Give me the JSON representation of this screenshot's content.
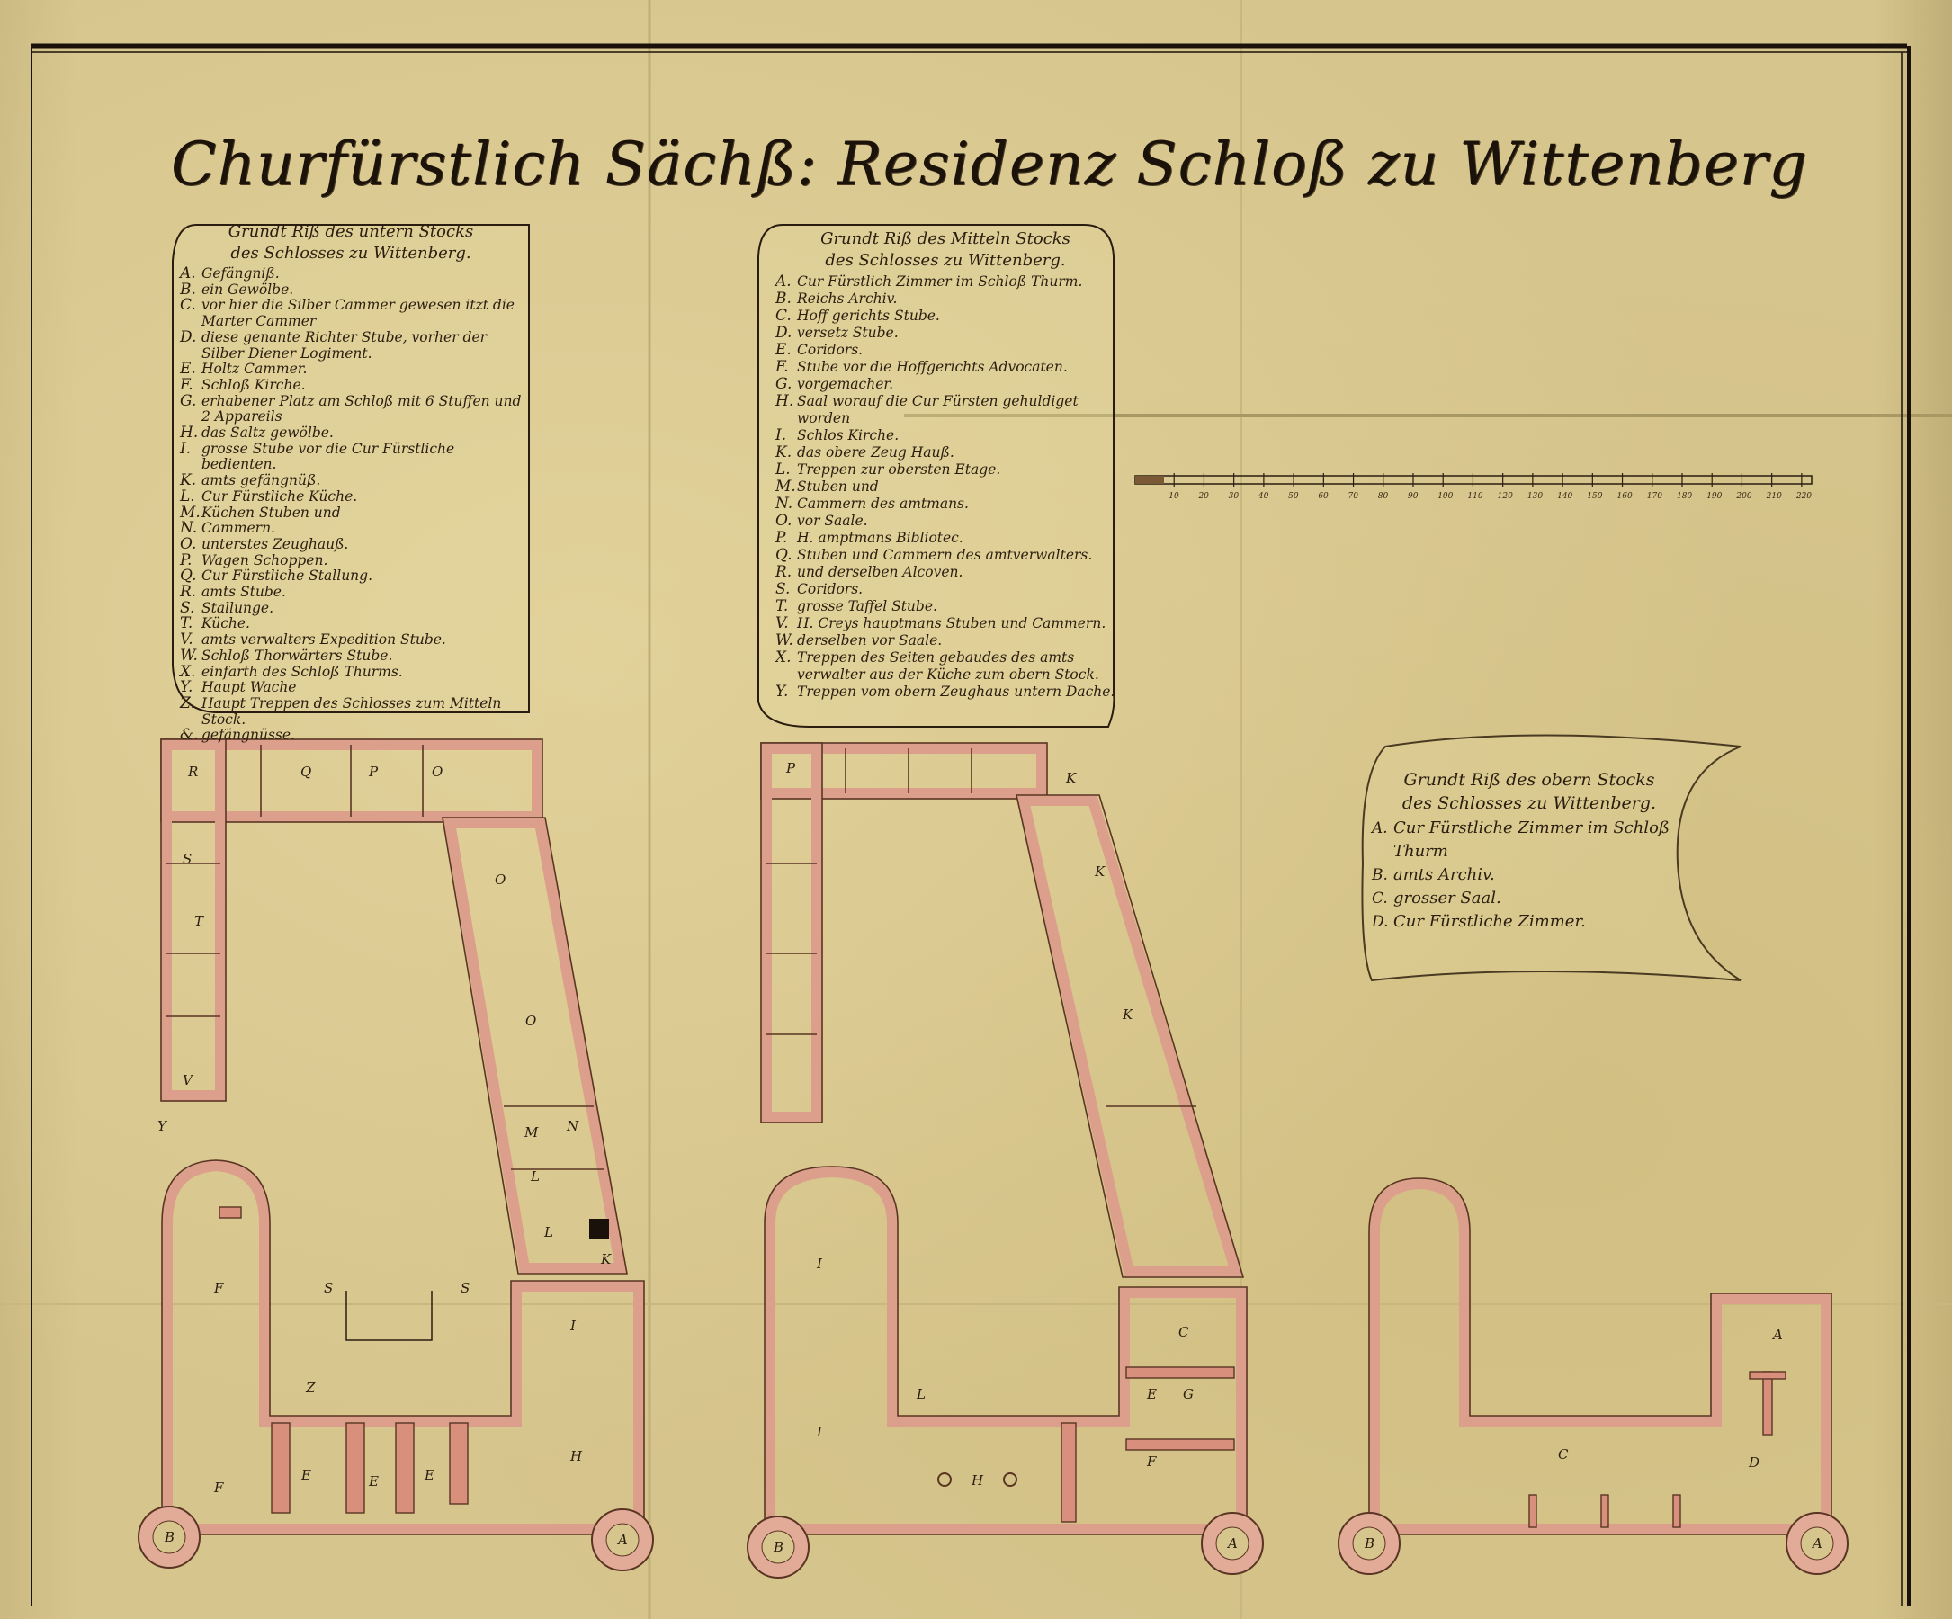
{
  "title": "Churfürstlich Sächß: Residenz Schloß zu Wittenberg",
  "legends": {
    "lower": {
      "heading1": "Grundt Riß des untern Stocks",
      "heading2": "des Schlosses zu Wittenberg.",
      "items": [
        {
          "k": "A.",
          "t": "Gefängniß."
        },
        {
          "k": "B.",
          "t": "ein Gewölbe."
        },
        {
          "k": "C.",
          "t": "vor hier die Silber Cammer gewesen itzt die Marter Cammer"
        },
        {
          "k": "D.",
          "t": "diese genante Richter Stube, vorher der Silber Diener Logiment."
        },
        {
          "k": "E.",
          "t": "Holtz Cammer."
        },
        {
          "k": "F.",
          "t": "Schloß Kirche."
        },
        {
          "k": "G.",
          "t": "erhabener Platz am Schloß mit 6 Stuffen und 2 Appareils"
        },
        {
          "k": "H.",
          "t": "das Saltz gewölbe."
        },
        {
          "k": "I.",
          "t": "grosse Stube vor die Cur Fürstliche bedienten."
        },
        {
          "k": "K.",
          "t": "amts gefängnüß."
        },
        {
          "k": "L.",
          "t": "Cur Fürstliche Küche."
        },
        {
          "k": "M.",
          "t": "Küchen Stuben und"
        },
        {
          "k": "N.",
          "t": "Cammern."
        },
        {
          "k": "O.",
          "t": "unterstes Zeughauß."
        },
        {
          "k": "P.",
          "t": "Wagen Schoppen."
        },
        {
          "k": "Q.",
          "t": "Cur Fürstliche Stallung."
        },
        {
          "k": "R.",
          "t": "amts Stube."
        },
        {
          "k": "S.",
          "t": "Stallunge."
        },
        {
          "k": "T.",
          "t": "Küche."
        },
        {
          "k": "V.",
          "t": "amts verwalters Expedition Stube."
        },
        {
          "k": "W.",
          "t": "Schloß Thorwärters Stube."
        },
        {
          "k": "X.",
          "t": "einfarth des Schloß Thurms."
        },
        {
          "k": "Y.",
          "t": "Haupt Wache"
        },
        {
          "k": "Z.",
          "t": "Haupt Treppen des Schlosses zum Mitteln Stock."
        },
        {
          "k": "&.",
          "t": "gefängnüsse."
        }
      ]
    },
    "middle": {
      "heading1": "Grundt Riß des Mitteln Stocks",
      "heading2": "des Schlosses zu Wittenberg.",
      "items": [
        {
          "k": "A.",
          "t": "Cur Fürstlich Zimmer im Schloß Thurm."
        },
        {
          "k": "B.",
          "t": "Reichs Archiv."
        },
        {
          "k": "C.",
          "t": "Hoff gerichts Stube."
        },
        {
          "k": "D.",
          "t": "versetz Stube."
        },
        {
          "k": "E.",
          "t": "Coridors."
        },
        {
          "k": "F.",
          "t": "Stube vor die Hoffgerichts Advocaten."
        },
        {
          "k": "G.",
          "t": "vorgemacher."
        },
        {
          "k": "H.",
          "t": "Saal worauf die Cur Fürsten gehuldiget worden"
        },
        {
          "k": "I.",
          "t": "Schlos Kirche."
        },
        {
          "k": "K.",
          "t": "das obere Zeug Hauß."
        },
        {
          "k": "L.",
          "t": "Treppen zur obersten Etage."
        },
        {
          "k": "M.",
          "t": "Stuben und"
        },
        {
          "k": "N.",
          "t": "Cammern des amtmans."
        },
        {
          "k": "O.",
          "t": "vor Saale."
        },
        {
          "k": "P.",
          "t": "H. amptmans Bibliotec."
        },
        {
          "k": "Q.",
          "t": "Stuben und Cammern des amtverwalters."
        },
        {
          "k": "R.",
          "t": "und derselben Alcoven."
        },
        {
          "k": "S.",
          "t": "Coridors."
        },
        {
          "k": "T.",
          "t": "grosse Taffel Stube."
        },
        {
          "k": "V.",
          "t": "H. Creys hauptmans Stuben und Cammern."
        },
        {
          "k": "W.",
          "t": "derselben vor Saale."
        },
        {
          "k": "X.",
          "t": "Treppen des Seiten gebaudes des amts verwalter aus der Küche zum obern Stock."
        },
        {
          "k": "Y.",
          "t": "Treppen vom obern Zeughaus untern Dache."
        }
      ]
    },
    "upper": {
      "heading1": "Grundt Riß des obern Stocks",
      "heading2": "des Schlosses zu Wittenberg.",
      "items": [
        {
          "k": "A.",
          "t": "Cur Fürstliche Zimmer im Schloß Thurm"
        },
        {
          "k": "B.",
          "t": "amts Archiv."
        },
        {
          "k": "C.",
          "t": "grosser Saal."
        },
        {
          "k": "D.",
          "t": "Cur Fürstliche Zimmer."
        }
      ]
    }
  },
  "scale_bar": {
    "labels": [
      "10",
      "20",
      "30",
      "40",
      "50",
      "60",
      "70",
      "80",
      "90",
      "100",
      "110",
      "120",
      "130",
      "140",
      "150",
      "160",
      "170",
      "180",
      "190",
      "200",
      "210",
      "220"
    ]
  },
  "plan_labels": {
    "lower": [
      "R",
      "Q",
      "P",
      "O",
      "S",
      "T",
      "V",
      "O",
      "O",
      "M",
      "N",
      "L",
      "L",
      "K",
      "F",
      "F",
      "E",
      "E",
      "E",
      "I",
      "H",
      "B",
      "A",
      "Y",
      "S",
      "S",
      "Z"
    ],
    "middle": [
      "P",
      "K",
      "K",
      "K",
      "I",
      "I",
      "H",
      "C",
      "E",
      "F",
      "G",
      "B",
      "A",
      "L"
    ],
    "upper": [
      "A",
      "C",
      "D",
      "B",
      "A"
    ]
  },
  "colors": {
    "paper": "#d6c58d",
    "ink": "#2a1d10",
    "wall": "#dc9f8b"
  }
}
